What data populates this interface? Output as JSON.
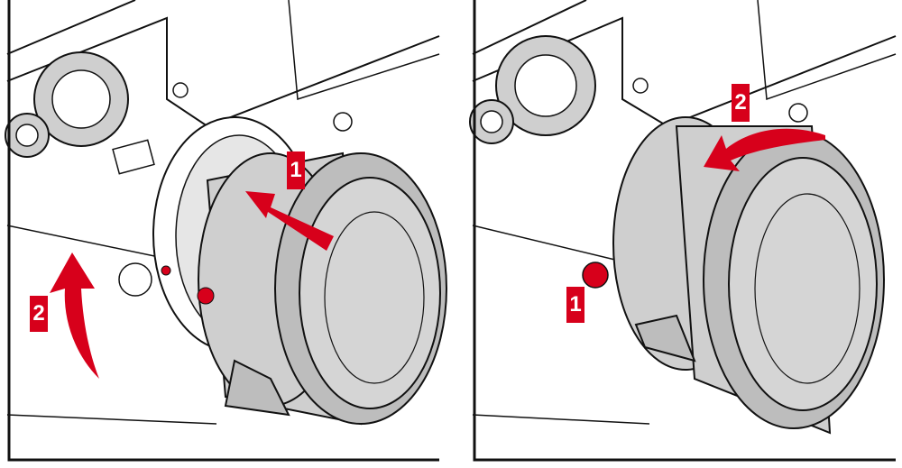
{
  "colors": {
    "accent_red": "#d7001b",
    "lens_gray": "#cfcfcf",
    "line": "#111111"
  },
  "panels": [
    {
      "steps": [
        {
          "label": "1"
        },
        {
          "label": "2"
        }
      ]
    },
    {
      "steps": [
        {
          "label": "1"
        },
        {
          "label": "2"
        }
      ]
    }
  ]
}
